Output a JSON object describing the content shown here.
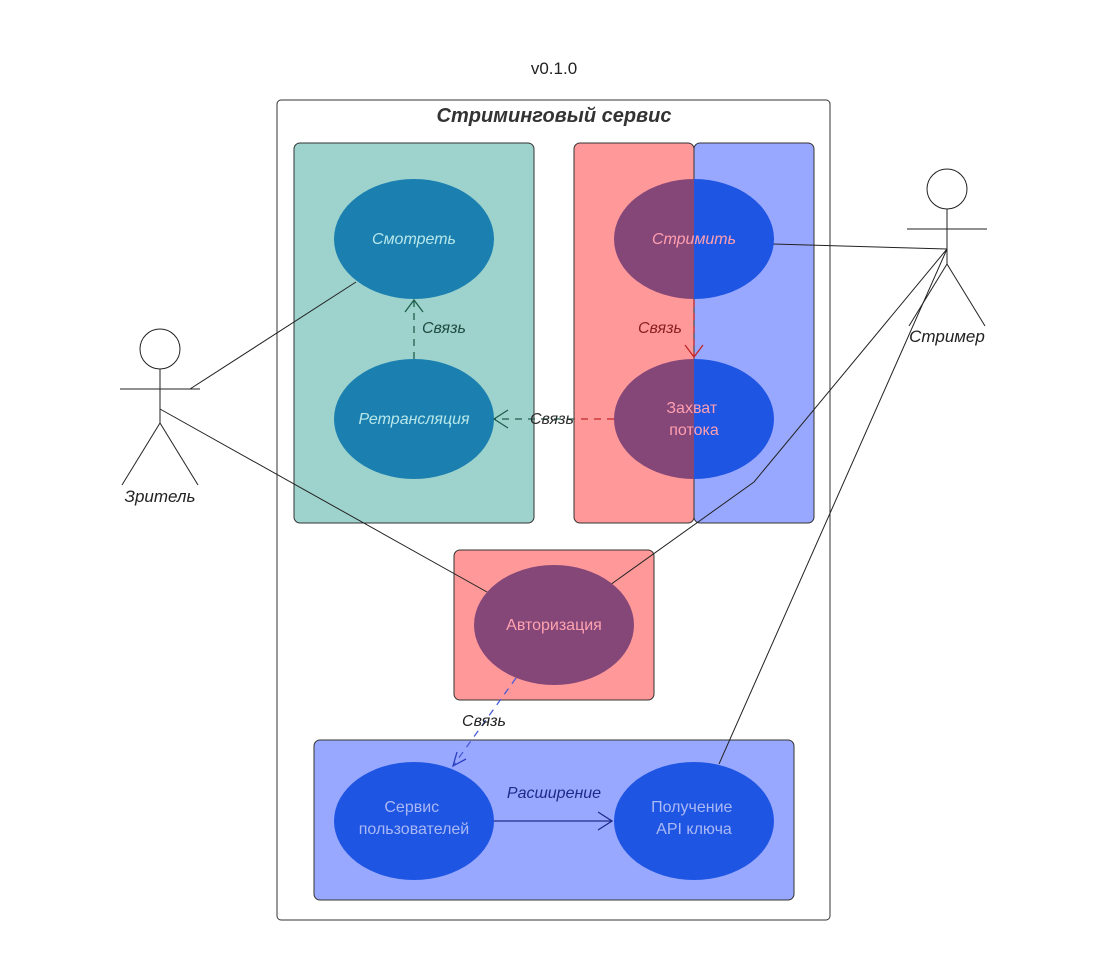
{
  "version": "v0.1.0",
  "system": {
    "title": "Стриминговый сервис"
  },
  "actors": {
    "viewer": {
      "label": "Зритель"
    },
    "streamer": {
      "label": "Стример"
    }
  },
  "use_cases": {
    "watch": "Смотреть",
    "retranslate": "Ретрансляция",
    "stream": "Стримить",
    "capture": [
      "Захват",
      "потока"
    ],
    "auth": "Авторизация",
    "user_service": [
      "Сервис",
      "пользователей"
    ],
    "api_key": [
      "Получение",
      "API ключа"
    ]
  },
  "relations": {
    "retranslate_to_watch": "Связь",
    "stream_to_capture": "Связь",
    "capture_to_retranslate": "Связь",
    "auth_to_user_service": "Связь",
    "user_service_to_api_key": "Расширение"
  },
  "colors": {
    "teal_box": "#9ed3cd",
    "red_box": "#ff9999",
    "blue_box": "#99a8ff",
    "teal_ellipse": "#1b80b0",
    "purple_ellipse": "#854778",
    "blue_ellipse": "#1e55e3"
  }
}
